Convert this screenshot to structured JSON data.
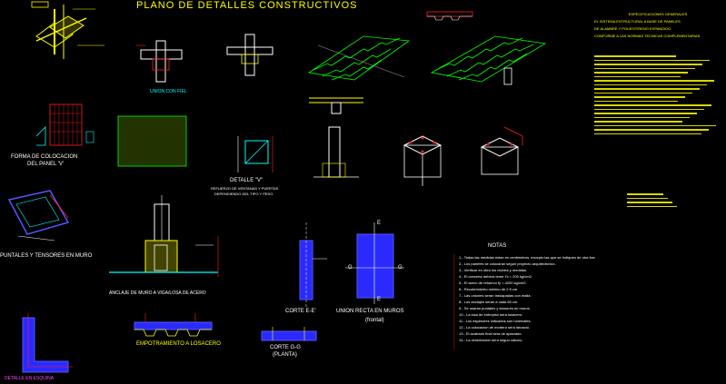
{
  "sheet": {
    "title": "PLANO DE DETALLES CONSTRUCTIVOS"
  },
  "labels": {
    "forma_colocacion_1": "FORMA DE COLOCACION",
    "forma_colocacion_2": "DEL PANEL 'V'",
    "detalle_v": "DETALLE \"V\"",
    "detalle_v_sub1": "REFUERZO DE VENTANAS Y PUERTAS",
    "detalle_v_sub2": "DEPENDIENDO DEL TIPO Y PESO",
    "puntales": "PUNTALES Y TENSORES EN MURO",
    "anclaje": "ANCLAJE DE MURO A VIGA/LOSA DE ACERO",
    "corte_ee": "CORTE E-E'",
    "union_recta": "UNION RECTA EN MUROS",
    "frontal": "(frontal)",
    "empotramiento": "EMPOTRAMIENTO A LOSACERO",
    "corte_gg": "CORTE G-G",
    "planta": "(PLANTA)",
    "notas_title": "NOTAS",
    "detalle_esquina": "DETALLE EN ESQUINA",
    "unidos_con_fiel": "UNION CON FIEL",
    "e_top": "E",
    "e_bottom": "E",
    "g_left": "G",
    "g_right": "G"
  },
  "notas": [
    "1.- Todas las medidas estan en centimetros, excepto las que se indiquen de otra forma.",
    "2.- Los paneles se colocaran segun proyecto arquitectonico.",
    "3.- Verificar en obra los niveles y medidas.",
    "4.- El concreto debera tener f'c = 200 kg/cm2.",
    "5.- El acero de refuerzo fy = 4200 kg/cm2.",
    "6.- Recubrimiento minimo de 2.5 cm.",
    "7.- Las uniones seran traslapadas con malla.",
    "8.- Los anclajes seran a cada 60 cm.",
    "9.- Se usaran puntales y tensores en muros.",
    "10.- La losa de entrepiso sera losacero.",
    "11.- Los espesores indicados son nominales.",
    "12.- La colocacion de mortero sera lanzado.",
    "13.- El acabado final sera de aplanado.",
    "14.- La cimentacion sera segun calculo."
  ],
  "right_text_block": [
    "ESPECIFICACIONES GENERALES",
    "EL SISTEMA ESTRUCTURAL A BASE DE PANELES",
    "DE ALAMBRE Y POLIESTIRENO EXPANDIDO",
    "CONFORME A LAS NORMAS TECNICAS COMPLEMENTARIAS"
  ],
  "colors": {
    "background": "#000000",
    "cyan": "#00ffff",
    "yellow": "#ffff00",
    "white": "#ffffff",
    "magenta": "#ff44ff",
    "blue": "#2a2aff",
    "green": "#00ff00",
    "red": "#ff2020"
  }
}
